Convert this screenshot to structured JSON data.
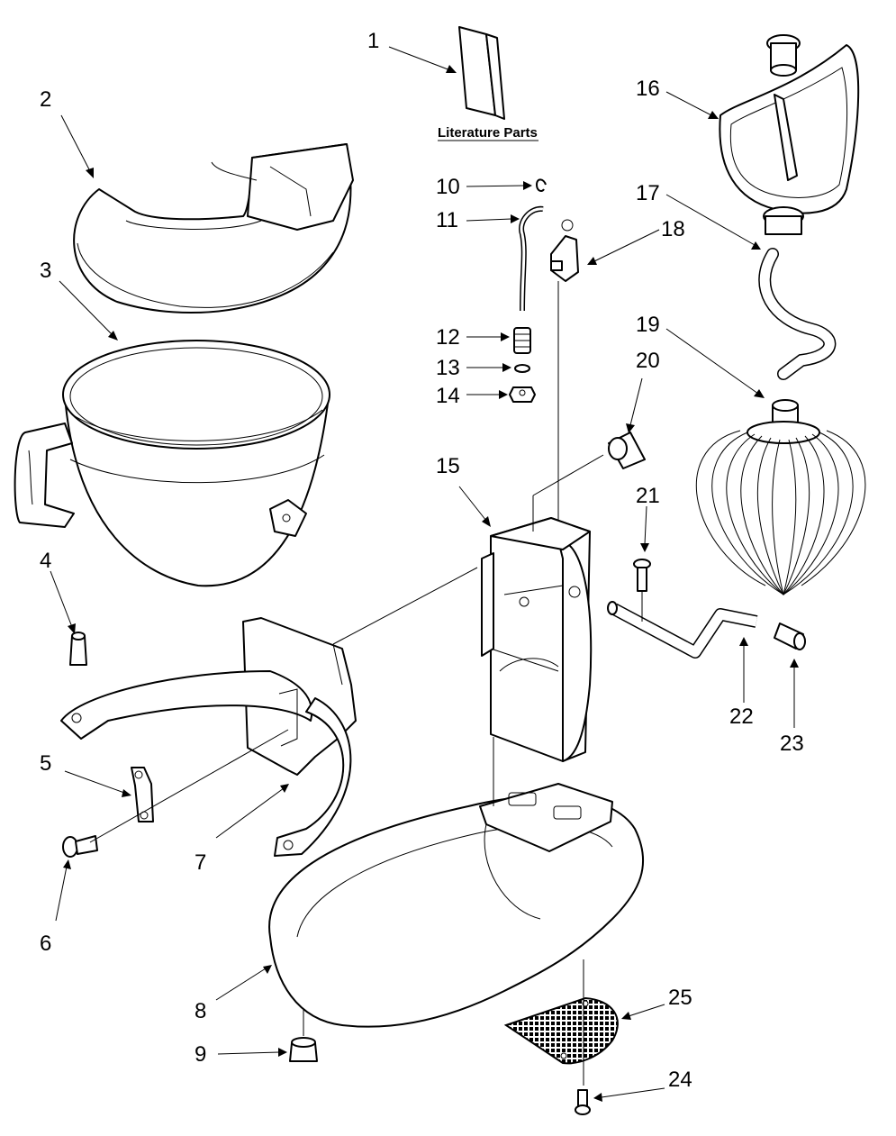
{
  "literature_caption": "Literature Parts",
  "callouts": [
    "1",
    "2",
    "3",
    "4",
    "5",
    "6",
    "7",
    "8",
    "9",
    "10",
    "11",
    "12",
    "13",
    "14",
    "15",
    "16",
    "17",
    "18",
    "19",
    "20",
    "21",
    "22",
    "23",
    "24",
    "25"
  ]
}
